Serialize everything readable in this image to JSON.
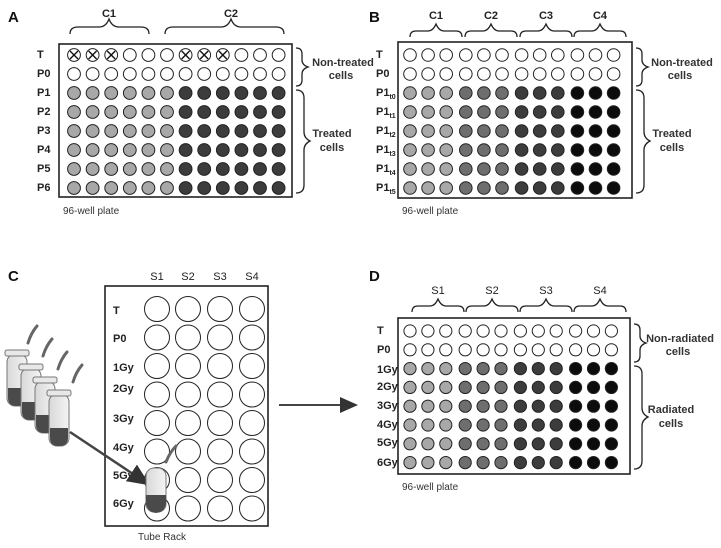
{
  "panels": {
    "A": {
      "letter": "A",
      "groups": [
        "C1",
        "C2"
      ],
      "rows": [
        "T",
        "P0",
        "P1",
        "P2",
        "P3",
        "P4",
        "P5",
        "P6"
      ],
      "untreated_label": [
        "Non-treated",
        "cells"
      ],
      "treated_label": [
        "Treated",
        "cells"
      ],
      "caption": "96-well plate"
    },
    "B": {
      "letter": "B",
      "groups": [
        "C1",
        "C2",
        "C3",
        "C4"
      ],
      "rows": [
        {
          "main": "T",
          "sub": ""
        },
        {
          "main": "P0",
          "sub": ""
        },
        {
          "main": "P1",
          "sub": "t0"
        },
        {
          "main": "P1",
          "sub": "t1"
        },
        {
          "main": "P1",
          "sub": "t2"
        },
        {
          "main": "P1",
          "sub": "t3"
        },
        {
          "main": "P1",
          "sub": "t4"
        },
        {
          "main": "P1",
          "sub": "t5"
        }
      ],
      "untreated_label": [
        "Non-treated",
        "cells"
      ],
      "treated_label": [
        "Treated",
        "cells"
      ],
      "caption": "96-well plate"
    },
    "C": {
      "letter": "C",
      "columns": [
        "S1",
        "S2",
        "S3",
        "S4"
      ],
      "rows": [
        "T",
        "P0",
        "1Gy",
        "2Gy",
        "3Gy",
        "4Gy",
        "5Gy",
        "6Gy"
      ],
      "caption": "Tube Rack"
    },
    "D": {
      "letter": "D",
      "groups": [
        "S1",
        "S2",
        "S3",
        "S4"
      ],
      "rows": [
        "T",
        "P0",
        "1Gy",
        "2Gy",
        "3Gy",
        "4Gy",
        "5Gy",
        "6Gy"
      ],
      "untreated_label": [
        "Non-radiated",
        "cells"
      ],
      "treated_label": [
        "Radiated",
        "cells"
      ],
      "caption": "96-well plate"
    }
  },
  "colors": {
    "empty": "#ffffff",
    "light": "#a8a8a8",
    "medium": "#6e6e6e",
    "dark": "#3c3c3c",
    "darkest": "#0c0c0c",
    "outline": "#222222"
  }
}
